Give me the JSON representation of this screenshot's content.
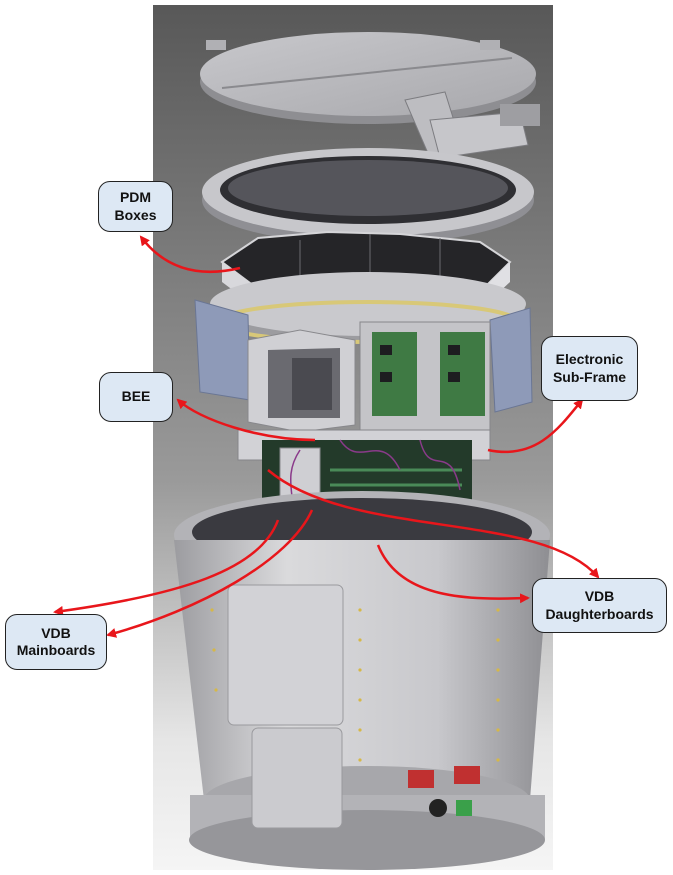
{
  "labels": {
    "pdm": {
      "line1": "PDM",
      "line2": "Boxes"
    },
    "bee": {
      "line1": "BEE"
    },
    "esf": {
      "line1": "Electronic",
      "line2": "Sub-Frame"
    },
    "vdb_main": {
      "line1": "VDB",
      "line2": "Mainboards"
    },
    "vdb_daughter": {
      "line1": "VDB",
      "line2": "Daughterboards"
    }
  },
  "colors": {
    "arrow": "#e8161b",
    "callout_fill": "#dde8f4",
    "callout_border": "#222222",
    "background_dark": "#5a5a5a",
    "background_light": "#f2f2f2"
  }
}
